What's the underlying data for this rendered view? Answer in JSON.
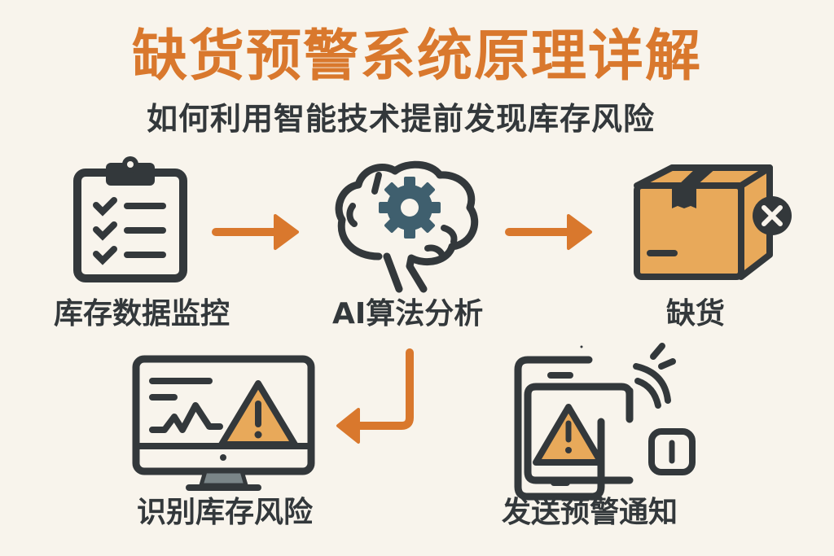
{
  "header": {
    "title": "缺货预警系统原理详解",
    "subtitle": "如何利用智能技术提前发现库存风险"
  },
  "flow": {
    "steps": [
      {
        "id": "monitor",
        "label": "库存数据监控",
        "icon": "clipboard-checklist-icon"
      },
      {
        "id": "analyze",
        "label": "AI算法分析",
        "icon": "brain-gear-icon"
      },
      {
        "id": "stockout",
        "label": "缺货",
        "icon": "box-x-icon"
      },
      {
        "id": "identify",
        "label": "识别库存风险",
        "icon": "monitor-warning-icon"
      },
      {
        "id": "notify",
        "label": "发送预警通知",
        "icon": "phone-warning-icon"
      }
    ],
    "arrows": [
      {
        "from": "monitor",
        "to": "analyze",
        "direction": "right"
      },
      {
        "from": "analyze",
        "to": "stockout",
        "direction": "right"
      },
      {
        "from": "analyze",
        "to": "identify",
        "direction": "down-left"
      }
    ]
  },
  "colors": {
    "accent_orange": "#d9782d",
    "dark": "#33383b",
    "gear_blue": "#3f5f6e",
    "fill_tan": "#e8a95a",
    "background": "#f8f4ec"
  }
}
